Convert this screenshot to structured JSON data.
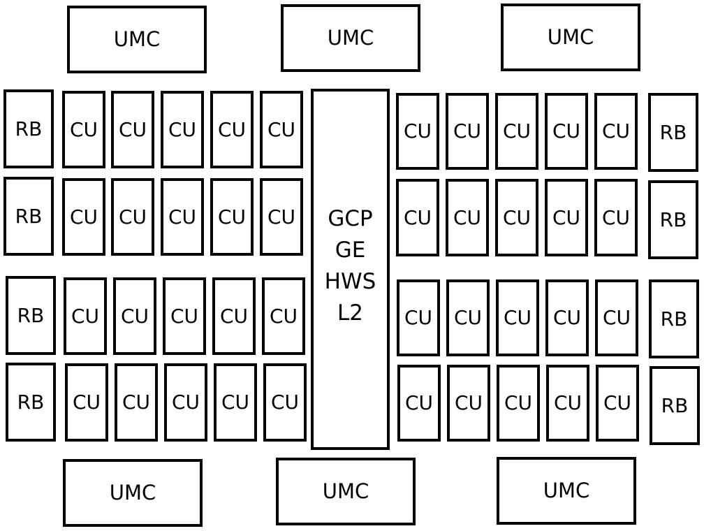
{
  "diagram": {
    "umc_top": [
      "UMC",
      "UMC",
      "UMC"
    ],
    "umc_bottom": [
      "UMC",
      "UMC",
      "UMC"
    ],
    "rows": [
      {
        "left_rb": "RB",
        "left_cus": [
          "CU",
          "CU",
          "CU",
          "CU",
          "CU"
        ],
        "right_cus": [
          "CU",
          "CU",
          "CU",
          "CU",
          "CU"
        ],
        "right_rb": "RB"
      },
      {
        "left_rb": "RB",
        "left_cus": [
          "CU",
          "CU",
          "CU",
          "CU",
          "CU"
        ],
        "right_cus": [
          "CU",
          "CU",
          "CU",
          "CU",
          "CU"
        ],
        "right_rb": "RB"
      },
      {
        "left_rb": "RB",
        "left_cus": [
          "CU",
          "CU",
          "CU",
          "CU",
          "CU"
        ],
        "right_cus": [
          "CU",
          "CU",
          "CU",
          "CU",
          "CU"
        ],
        "right_rb": "RB"
      },
      {
        "left_rb": "RB",
        "left_cus": [
          "CU",
          "CU",
          "CU",
          "CU",
          "CU"
        ],
        "right_cus": [
          "CU",
          "CU",
          "CU",
          "CU",
          "CU"
        ],
        "right_rb": "RB"
      }
    ],
    "center_block": [
      "GCP",
      "GE",
      "HWS",
      "L2"
    ]
  }
}
